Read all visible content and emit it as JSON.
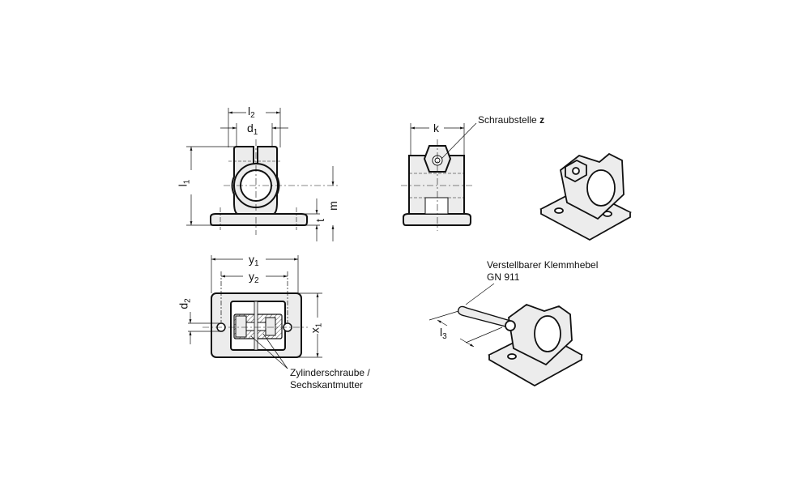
{
  "dimensions": {
    "l2": {
      "base": "l",
      "sub": "2"
    },
    "d1": {
      "base": "d",
      "sub": "1"
    },
    "l1": {
      "base": "l",
      "sub": "1"
    },
    "m": "m",
    "t": "t",
    "k": "k",
    "y1": {
      "base": "y",
      "sub": "1"
    },
    "y2": {
      "base": "y",
      "sub": "2"
    },
    "d2": {
      "base": "d",
      "sub": "2"
    },
    "x1": {
      "base": "x",
      "sub": "1"
    },
    "l3": {
      "base": "l",
      "sub": "3"
    }
  },
  "annotations": {
    "clamp_point": "Schraubstelle",
    "clamp_point_symbol": "z",
    "screw_line1": "Zylinderschraube /",
    "screw_line2": "Sechskantmutter",
    "lever_line1": "Verstellbarer Klemmhebel",
    "lever_line2": "GN 911"
  },
  "colors": {
    "line": "#111111",
    "fill": "#ececec"
  }
}
